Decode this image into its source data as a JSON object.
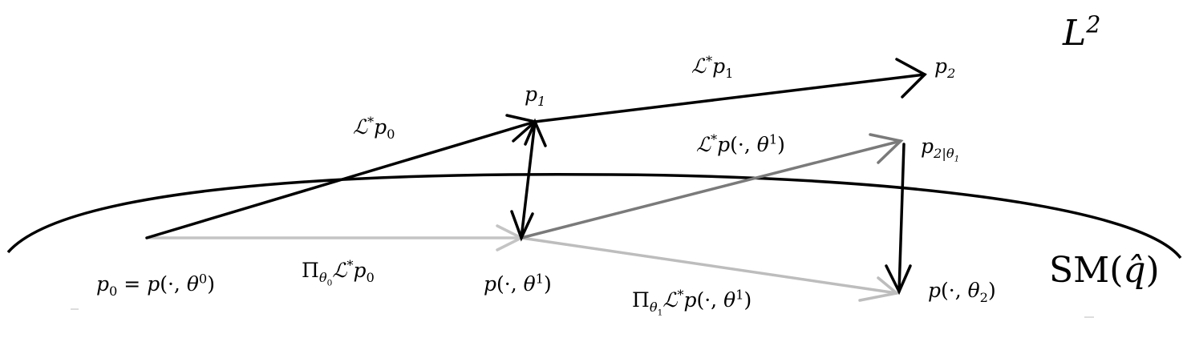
{
  "labels": {
    "L2": "L2",
    "p1": "p1",
    "p2": "p2",
    "L_p0": "L*p0",
    "L_p1": "L*p1",
    "L_p_theta1": "L*p(·, θ1)",
    "p2_given_theta1": "p2|θ1",
    "p0_eq": "p0 = p(·, θ0)",
    "proj_theta0": "Πθ0 L*p0",
    "p_theta1": "p(·, θ1)",
    "proj_theta1": "Πθ1 L*p(·, θ1)",
    "p_theta2": "p(·, θ2)",
    "SM_q": "SM(q̂)"
  },
  "colors": {
    "black": "#000000",
    "dark_gray": "#7a7a7a",
    "light_gray": "#bdbdbd"
  }
}
